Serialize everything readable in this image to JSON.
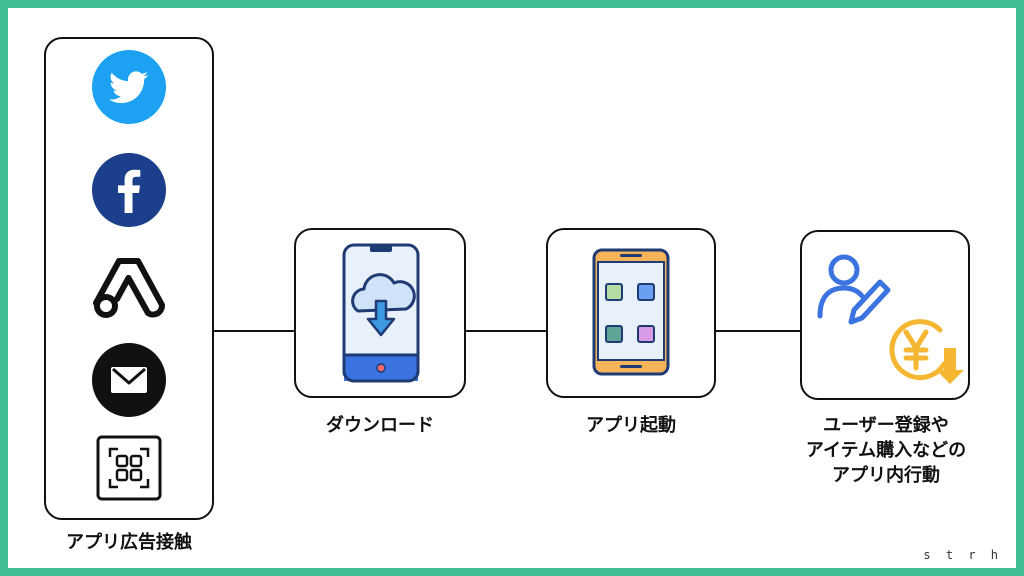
{
  "steps": {
    "ad_contact": {
      "label": "アプリ広告接触",
      "channels": [
        "twitter-icon",
        "facebook-icon",
        "google-ads-icon",
        "mail-icon",
        "qr-code-icon"
      ]
    },
    "download": {
      "label": "ダウンロード"
    },
    "launch": {
      "label": "アプリ起動"
    },
    "in_app": {
      "label_lines": [
        "ユーザー登録や",
        "アイテム購入などの",
        "アプリ内行動"
      ]
    }
  },
  "colors": {
    "frame": "#3fbf92",
    "twitter": "#1da1f2",
    "facebook": "#1b3f8b",
    "accent_blue": "#3b73e0",
    "yen": "#f5b731"
  },
  "watermark": "s t r h"
}
